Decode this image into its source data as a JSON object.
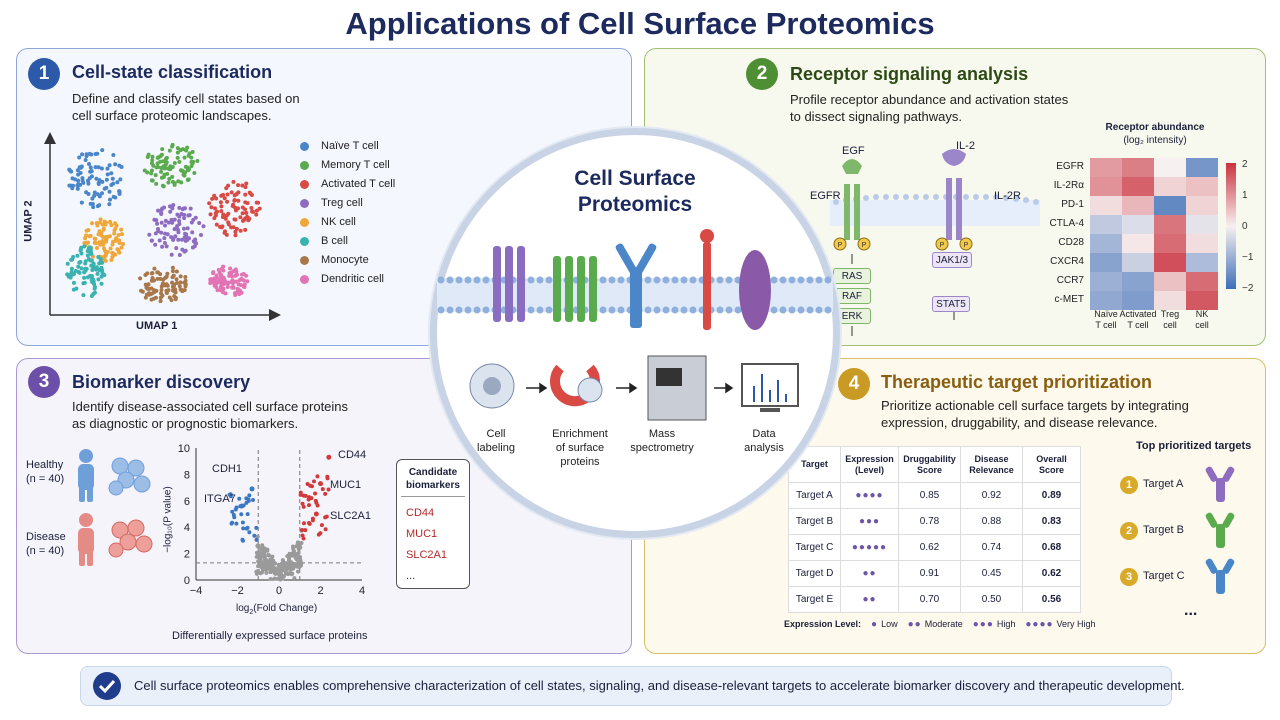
{
  "title": "Applications of Cell Surface Proteomics",
  "center": {
    "title_line1": "Cell Surface",
    "title_line2": "Proteomics",
    "steps": [
      {
        "label": "Cell\nlabeling"
      },
      {
        "label": "Enrichment\nof surface\nproteins"
      },
      {
        "label": "Mass\nspectrometry"
      },
      {
        "label": "Data\nanalysis"
      }
    ]
  },
  "panel1": {
    "number": "1",
    "title": "Cell-state classification",
    "desc_line1": "Define and classify cell states based on",
    "desc_line2": "cell surface proteomic landscapes.",
    "xlabel": "UMAP 1",
    "ylabel": "UMAP 2",
    "legend": [
      {
        "name": "Naïve T cell",
        "color": "#4a86c8"
      },
      {
        "name": "Memory T cell",
        "color": "#5aab4e"
      },
      {
        "name": "Activated T cell",
        "color": "#d94a44"
      },
      {
        "name": "Treg cell",
        "color": "#8e6cc0"
      },
      {
        "name": "NK cell",
        "color": "#f0a73a"
      },
      {
        "name": "B cell",
        "color": "#39b2b0"
      },
      {
        "name": "Monocyte",
        "color": "#a9784a"
      },
      {
        "name": "Dendritic cell",
        "color": "#e274b4"
      }
    ]
  },
  "panel2": {
    "number": "2",
    "title": "Receptor signaling analysis",
    "desc_line1": "Profile receptor abundance and activation states",
    "desc_line2": "to dissect signaling pathways.",
    "ligand1": "EGF",
    "receptor1": "EGFR",
    "ligand2": "IL-2",
    "receptor2": "IL-2R",
    "phospho": "P",
    "pathway1": [
      "RAS",
      "RAF",
      "ERK"
    ],
    "pathway2": [
      "JAK1/3",
      "STAT5"
    ],
    "heatmap": {
      "title": "Receptor abundance",
      "subtitle": "(log₂ intensity)",
      "rows": [
        "EGFR",
        "IL-2Rα",
        "PD-1",
        "CTLA-4",
        "CD28",
        "CXCR4",
        "CCR7",
        "c-MET"
      ],
      "cols": [
        "Naïve\nT cell",
        "Activated\nT cell",
        "Treg\ncell",
        "NK\ncell"
      ],
      "values": [
        [
          0.9,
          1.2,
          0.0,
          -1.4
        ],
        [
          1.0,
          1.5,
          0.3,
          0.5
        ],
        [
          0.2,
          0.6,
          -1.6,
          0.3
        ],
        [
          -0.6,
          -0.3,
          1.3,
          -0.2
        ],
        [
          -0.9,
          0.1,
          1.4,
          0.2
        ],
        [
          -1.2,
          -0.5,
          1.7,
          -0.8
        ],
        [
          -1.0,
          -1.2,
          0.5,
          1.4
        ],
        [
          -1.1,
          -1.3,
          0.2,
          1.6
        ]
      ],
      "scale_ticks": [
        "2",
        "1",
        "0",
        "−1",
        "−2"
      ]
    }
  },
  "panel3": {
    "number": "3",
    "title": "Biomarker discovery",
    "desc_line1": "Identify disease-associated cell surface proteins",
    "desc_line2": "as diagnostic or prognostic biomarkers.",
    "healthy": "Healthy",
    "healthy_n": "(n = 40)",
    "disease": "Disease",
    "disease_n": "(n = 40)",
    "volcano": {
      "xticks": [
        "−4",
        "−2",
        "0",
        "2",
        "4"
      ],
      "yticks": [
        "0",
        "2",
        "4",
        "6",
        "8",
        "10"
      ],
      "xlabel_pre": "log",
      "xlabel_sub": "2",
      "xlabel_post": "(Fold Change)",
      "ylabel": "−log₁₀(P value)",
      "labels": [
        "CD44",
        "MUC1",
        "SLC2A1",
        "CDH1",
        "ITGA7"
      ],
      "caption": "Differentially expressed surface proteins"
    },
    "candidates": {
      "title_line1": "Candidate",
      "title_line2": "biomarkers",
      "items": [
        "CD44",
        "MUC1",
        "SLC2A1"
      ],
      "more": "..."
    }
  },
  "panel4": {
    "number": "4",
    "title": "Therapeutic target prioritization",
    "desc_line1": "Prioritize actionable cell surface targets by integrating",
    "desc_line2": "expression, druggability, and disease relevance.",
    "table": {
      "headers": [
        "Target",
        "Expression\n(Level)",
        "Druggability\nScore",
        "Disease\nRelevance",
        "Overall\nScore"
      ],
      "rows": [
        {
          "target": "Target A",
          "dots": "●●●●",
          "drug": "0.85",
          "rel": "0.92",
          "overall": "0.89"
        },
        {
          "target": "Target B",
          "dots": "●●●",
          "drug": "0.78",
          "rel": "0.88",
          "overall": "0.83"
        },
        {
          "target": "Target C",
          "dots": "●●●●●",
          "drug": "0.62",
          "rel": "0.74",
          "overall": "0.68"
        },
        {
          "target": "Target D",
          "dots": "●●",
          "drug": "0.91",
          "rel": "0.45",
          "overall": "0.62"
        },
        {
          "target": "Target E",
          "dots": "●●",
          "drug": "0.70",
          "rel": "0.50",
          "overall": "0.56"
        }
      ]
    },
    "legend_title": "Expression Level:",
    "legend": [
      {
        "dots": "●",
        "label": "Low"
      },
      {
        "dots": "●●",
        "label": "Moderate"
      },
      {
        "dots": "●●●",
        "label": "High"
      },
      {
        "dots": "●●●●",
        "label": "Very High"
      }
    ],
    "top_title": "Top prioritized targets",
    "top": [
      {
        "rank": "1",
        "name": "Target A",
        "color": "#8e6cc0"
      },
      {
        "rank": "2",
        "name": "Target B",
        "color": "#5aab4e"
      },
      {
        "rank": "3",
        "name": "Target C",
        "color": "#4a86c8"
      }
    ],
    "more": "..."
  },
  "banner": "Cell surface proteomics enables comprehensive characterization of cell states, signaling, and disease-relevant targets to accelerate biomarker discovery and therapeutic development."
}
